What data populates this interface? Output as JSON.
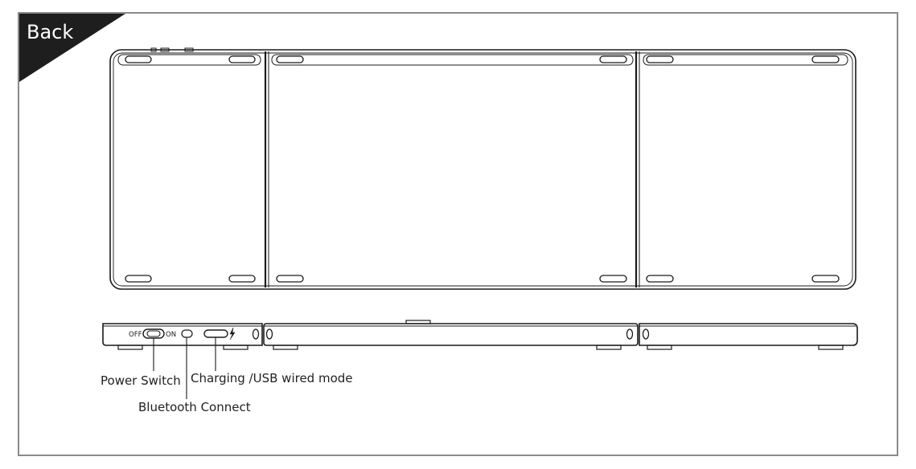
{
  "corner_label": "Back",
  "switch_labels": {
    "off": "OFF",
    "on": "ON"
  },
  "callouts": {
    "power_switch": "Power Switch",
    "bluetooth_connect": "Bluetooth Connect",
    "charging_usb": "Charging /USB wired mode"
  },
  "colors": {
    "frame": "#8a8a8a",
    "line": "#1a1a1a",
    "corner_fill": "#1e1e1e"
  }
}
